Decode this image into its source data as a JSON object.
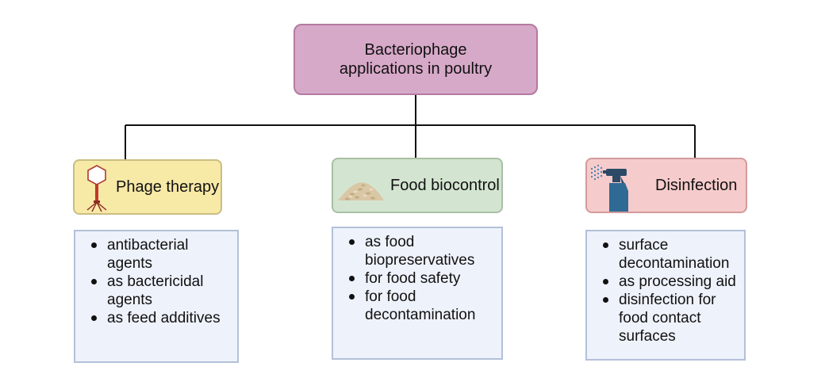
{
  "root": {
    "title": "Bacteriophage\napplications in poultry"
  },
  "categories": [
    {
      "id": "phage",
      "label": "Phage therapy",
      "icon": "bacteriophage-icon",
      "color": "#f7e9a6",
      "items": [
        "antibacterial agents",
        "as bactericidal agents",
        "as feed additives"
      ]
    },
    {
      "id": "food",
      "label": "Food biocontrol",
      "icon": "grain-pile-icon",
      "color": "#d3e5d1",
      "items": [
        "as food biopreservatives",
        "for food safety",
        "for food decontamination"
      ]
    },
    {
      "id": "dis",
      "label": "Disinfection",
      "icon": "spray-bottle-icon",
      "color": "#f6cbcc",
      "items": [
        "surface decontamination",
        "as processing aid",
        "disinfection for food contact surfaces"
      ]
    }
  ],
  "colors": {
    "root": "#d7a9c8",
    "detail": "#eef2fb",
    "connector": "#111111"
  }
}
